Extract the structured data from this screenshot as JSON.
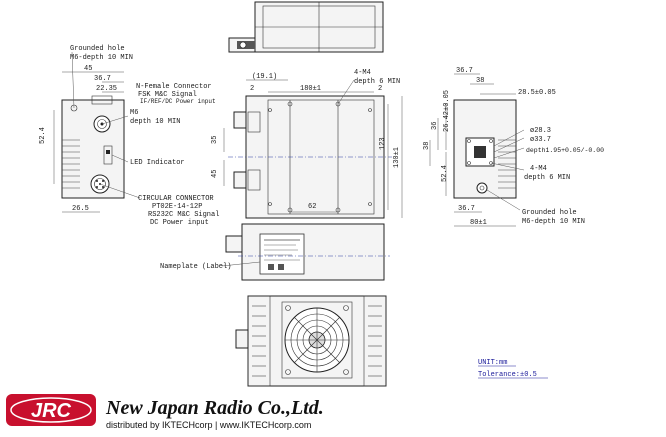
{
  "drawing": {
    "views": [
      "top-view",
      "front-view",
      "side-view",
      "bottom-label-view",
      "rear-fan-view"
    ],
    "dimensions": {
      "front_45": "45",
      "front_36_7": "36.7",
      "front_22_35": "22.35",
      "front_52_4": "52.4",
      "front_26_5": "26.5",
      "top_19_1": "(19.1)",
      "top_180": "180±1",
      "top_2_left": "2",
      "top_2_right": "2",
      "main_35": "35",
      "main_45": "45",
      "main_123": "123",
      "main_130": "130±1",
      "main_62": "62",
      "side_36_7_top": "36.7",
      "side_38": "38",
      "side_28_5": "28.5±0.05",
      "side_26_42": "26.42±0.05",
      "side_36": "36",
      "side_38_v": "38",
      "side_52_4": "52.4",
      "side_28_3": "ø28.3",
      "side_33_7": "ø33.7",
      "side_depth": "depth1.95+0.05/-0.00",
      "side_36_7_bottom": "36.7",
      "side_80": "80±1"
    },
    "annotations": {
      "grounded_hole_1": "Grounded hole",
      "grounded_hole_1_spec": "M6-depth 10 MIN",
      "m6": "M6",
      "m6_depth": "depth 10 MIN",
      "n_female_1": "N-Female Connector",
      "n_female_2": "FSK M&C Signal",
      "n_female_3": "IF/REF/DC Power input",
      "m4_top_1": "4-M4",
      "m4_top_2": "depth 6 MIN",
      "led": "LED Indicator",
      "circ_1": "CIRCULAR CONNECTOR",
      "circ_2": "PT02E-14-12P",
      "circ_3": "RS232C M&C Signal",
      "circ_4": "DC Power input",
      "m4_side_1": "4-M4",
      "m4_side_2": "depth 6 MIN",
      "grounded_hole_2": "Grounded hole",
      "grounded_hole_2_spec": "M6-depth 10 MIN",
      "nameplate": "Nameplate (Label)"
    },
    "notes": {
      "unit": "UNIT:mm",
      "tolerance": "Tolerance:±0.5"
    }
  },
  "footer": {
    "logo_text": "JRC",
    "company": "New Japan Radio Co.,Ltd.",
    "distributor": "distributed by IKTECHcorp | www.IKTECHcorp.com",
    "colors": {
      "logo_red": "#c8102e",
      "logo_text": "#ffffff",
      "company_text": "#111111"
    }
  }
}
